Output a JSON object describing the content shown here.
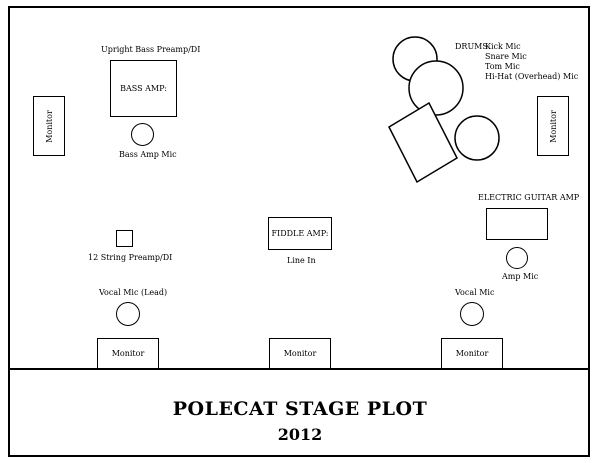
{
  "stage": {
    "left_monitor": "Monitor",
    "right_monitor": "Monitor",
    "bass": {
      "heading": "Upright Bass Preamp/DI",
      "amp_label": "BASS AMP:",
      "mic_label": "Bass Amp Mic"
    },
    "drums": {
      "heading": "DRUMS:",
      "mics": [
        "Kick Mic",
        "Snare Mic",
        "Tom Mic",
        "Hi-Hat (Overhead) Mic"
      ]
    },
    "guitar": {
      "heading": "ELECTRIC GUITAR AMP",
      "mic_label": "Amp Mic"
    },
    "fiddle": {
      "amp_label": "FIDDLE AMP:",
      "sub_label": "Line In"
    },
    "twelve_string": {
      "label": "12 String Preamp/DI"
    },
    "vocal_left": {
      "label": "Vocal Mic (Lead)"
    },
    "vocal_right": {
      "label": "Vocal Mic"
    },
    "front_monitors": [
      "Monitor",
      "Monitor",
      "Monitor"
    ]
  },
  "footer": {
    "title": "POLECAT STAGE PLOT",
    "year": "2012"
  }
}
